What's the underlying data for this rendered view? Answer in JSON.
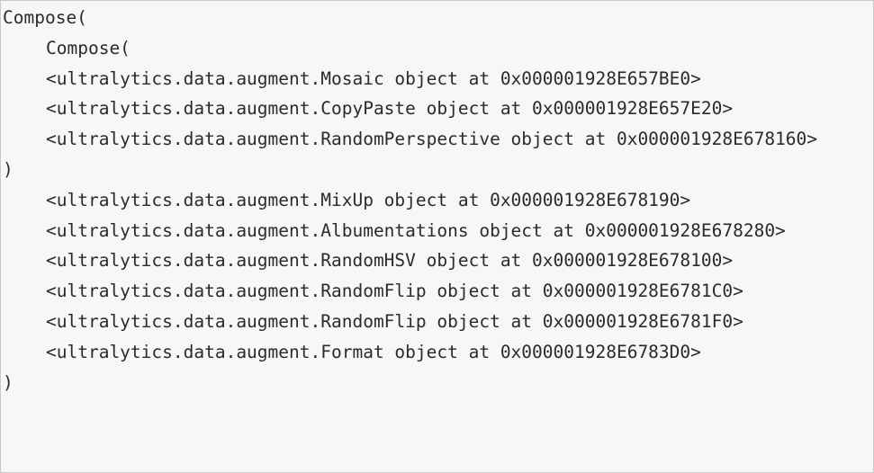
{
  "code": {
    "lines": [
      "Compose(",
      "Compose(",
      "<ultralytics.data.augment.Mosaic object at 0x000001928E657BE0>",
      "<ultralytics.data.augment.CopyPaste object at 0x000001928E657E20>",
      "<ultralytics.data.augment.RandomPerspective object at 0x000001928E678160>",
      ")",
      "<ultralytics.data.augment.MixUp object at 0x000001928E678190>",
      "<ultralytics.data.augment.Albumentations object at 0x000001928E678280>",
      "<ultralytics.data.augment.RandomHSV object at 0x000001928E678100>",
      "<ultralytics.data.augment.RandomFlip object at 0x000001928E6781C0>",
      "<ultralytics.data.augment.RandomFlip object at 0x000001928E6781F0>",
      "<ultralytics.data.augment.Format object at 0x000001928E6783D0>",
      ")"
    ]
  }
}
